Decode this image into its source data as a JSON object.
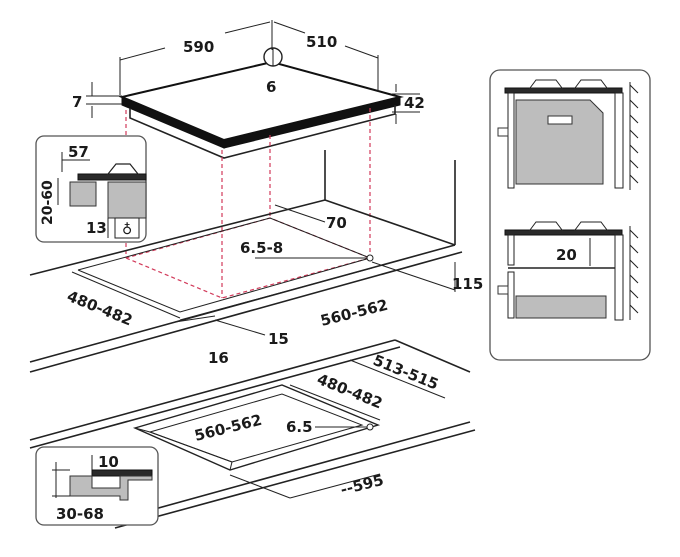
{
  "top_hob": {
    "width": "590",
    "depth": "510",
    "glass_thickness": "7",
    "height": "42",
    "knob_dim": "6",
    "rear_gap": "70",
    "side_gap": "6.5-8",
    "cutout_depth": "480-482",
    "cutout_width": "560-562",
    "front_gap": "15",
    "front_edge": "16",
    "right_clearance": "115"
  },
  "detail_left": {
    "top_dim": "57",
    "side_dim": "20-60",
    "bottom_dim": "13"
  },
  "detail_right": {
    "gap_dim": "20"
  },
  "bottom_flush": {
    "outer_depth": "513-515",
    "inner_depth": "480-482",
    "inner_width": "560-562",
    "edge_dim": "6.5",
    "outer_width": "--595"
  },
  "detail_bottom": {
    "top_dim": "10",
    "thickness_dim": "30-68"
  },
  "colors": {
    "line": "#222222",
    "dashed_guide": "#d23a5a",
    "fill_gray": "#bdbdbd",
    "fill_dark": "#2a2a2a"
  }
}
